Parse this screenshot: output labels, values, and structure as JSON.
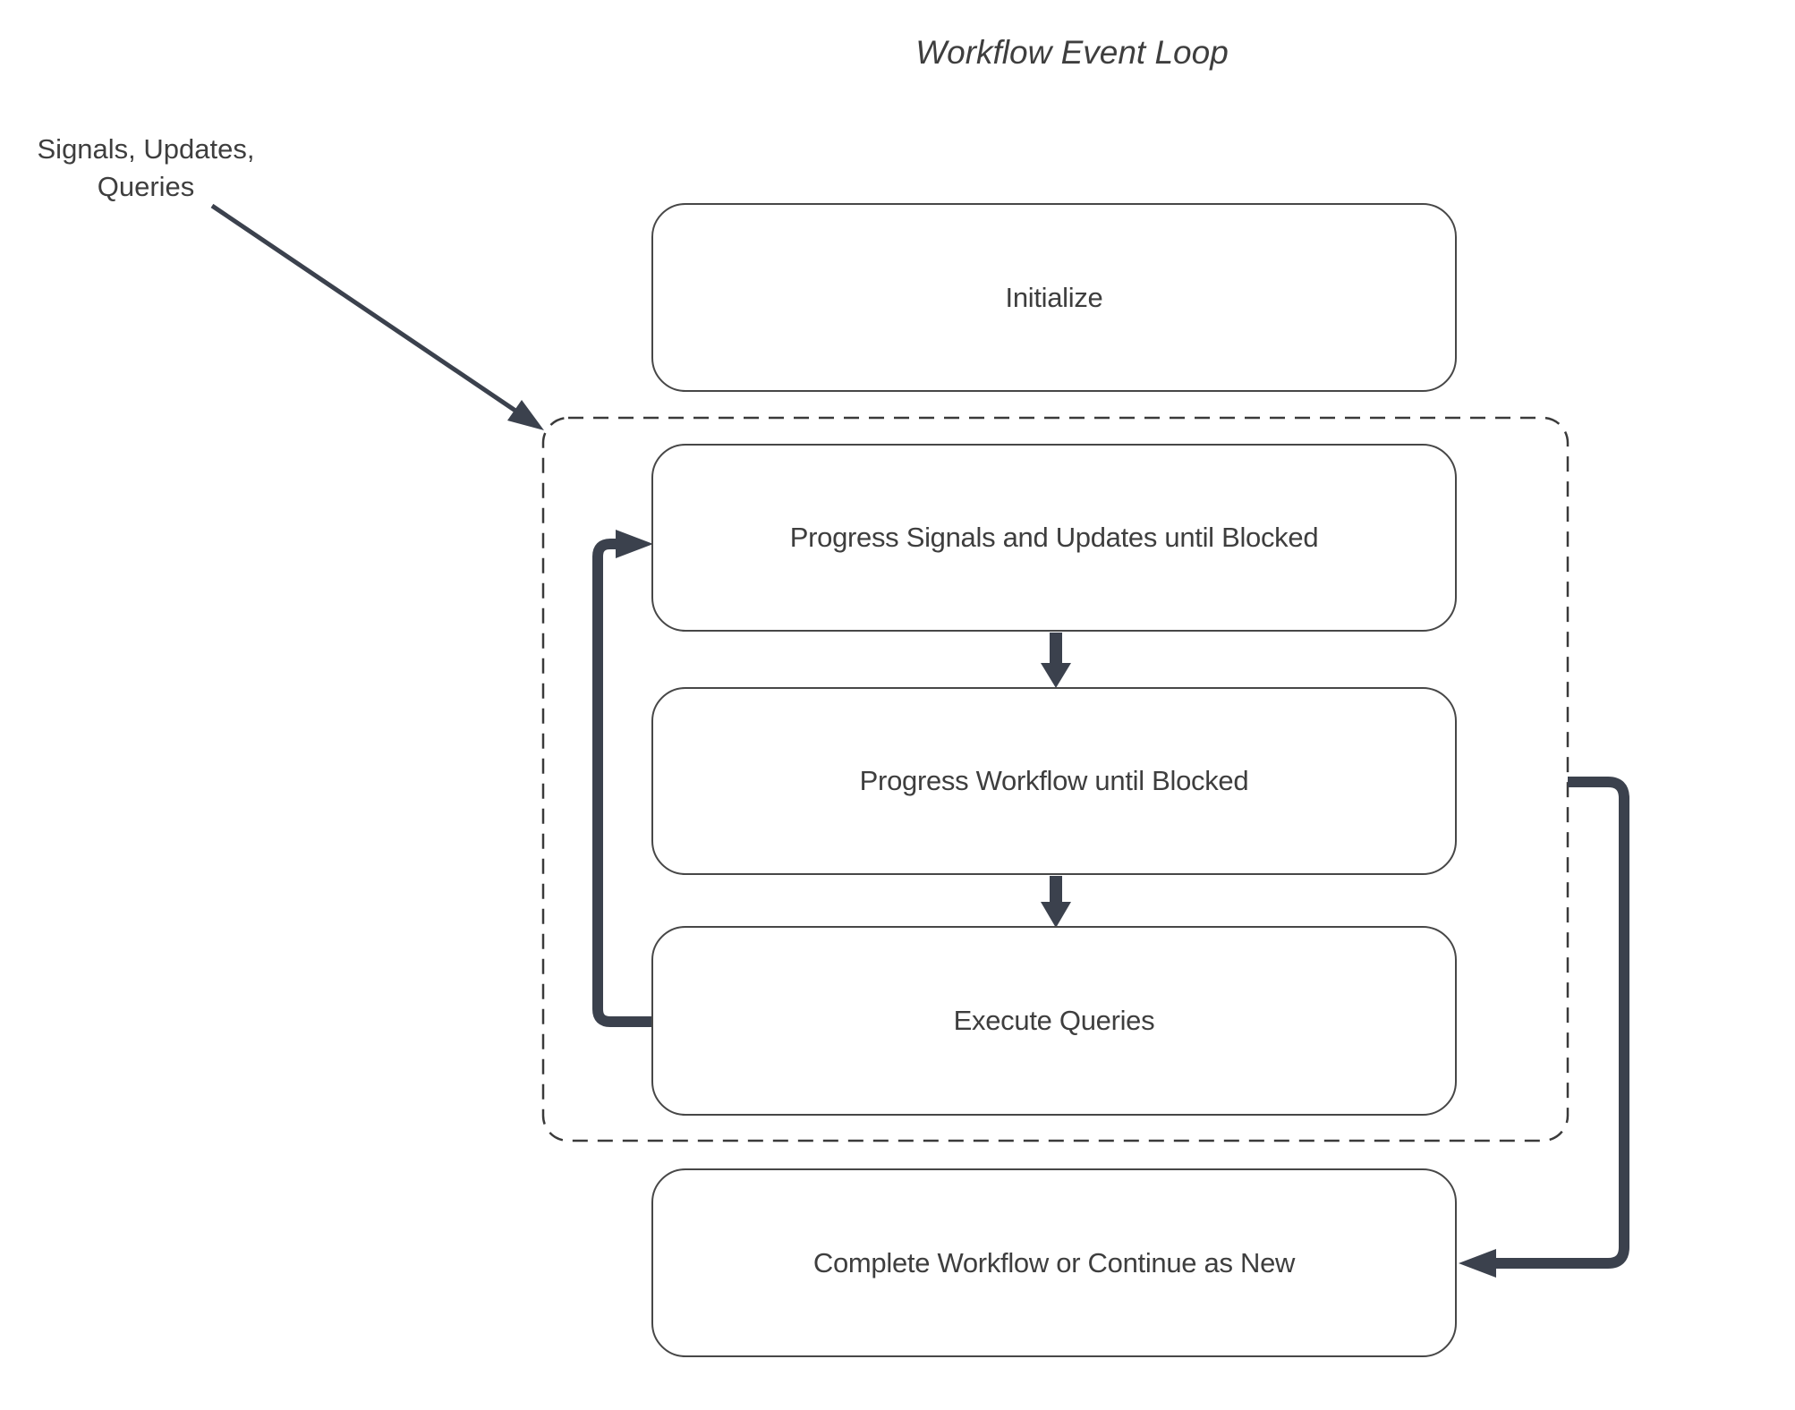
{
  "title": "Workflow Event Loop",
  "annotation": {
    "line1": "Signals, Updates,",
    "line2": "Queries"
  },
  "nodes": {
    "initialize": "Initialize",
    "progress_signals": "Progress Signals and Updates until Blocked",
    "progress_workflow": "Progress Workflow until Blocked",
    "execute_queries": "Execute Queries",
    "complete": "Complete Workflow or Continue as New"
  },
  "container": {
    "name": "event-loop-dashed-container",
    "border_style": "dashed"
  },
  "edges": [
    {
      "from": "signals-updates-queries-label",
      "to": "event-loop-dashed-container",
      "style": "thin-arrow"
    },
    {
      "from": "progress_signals",
      "to": "progress_workflow",
      "style": "short-down-arrow"
    },
    {
      "from": "progress_workflow",
      "to": "execute_queries",
      "style": "short-down-arrow"
    },
    {
      "from": "execute_queries",
      "to": "progress_signals",
      "style": "thick-loop-arrow-left"
    },
    {
      "from": "event-loop-dashed-container",
      "to": "complete",
      "style": "thick-elbow-arrow-right"
    }
  ],
  "colors": {
    "background": "#ffffff",
    "node_border": "#474747",
    "dashed_border": "#3a3a3a",
    "text": "#3e3e3e",
    "arrow": "#3b414d"
  }
}
